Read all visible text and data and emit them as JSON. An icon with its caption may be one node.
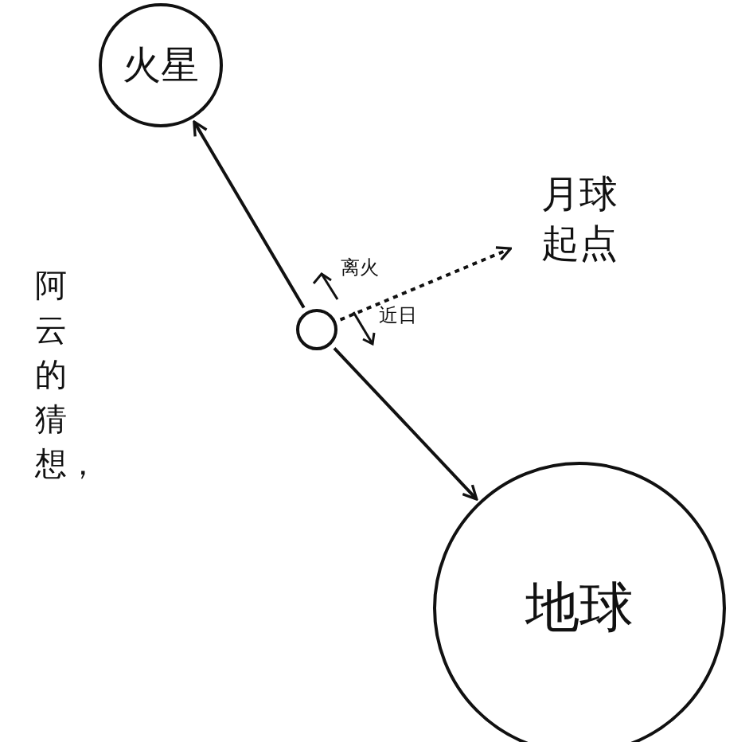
{
  "diagram": {
    "nodes": [
      {
        "text": [
          "火星"
        ]
      },
      {
        "text": [],
        "shape": "circle"
      },
      {
        "text": [
          "月球起点"
        ]
      },
      {
        "text": [
          "地球"
        ]
      }
    ],
    "edges": [
      {
        "from": 1,
        "to": 0,
        "arrow": "to"
      },
      {
        "from": 1,
        "to": 2,
        "arrow": "to",
        "style": "dashed"
      },
      {
        "from": 1,
        "to": 3,
        "arrow": "to"
      }
    ],
    "labels": [
      "离火",
      "近日",
      "阿云的猜想，"
    ]
  }
}
